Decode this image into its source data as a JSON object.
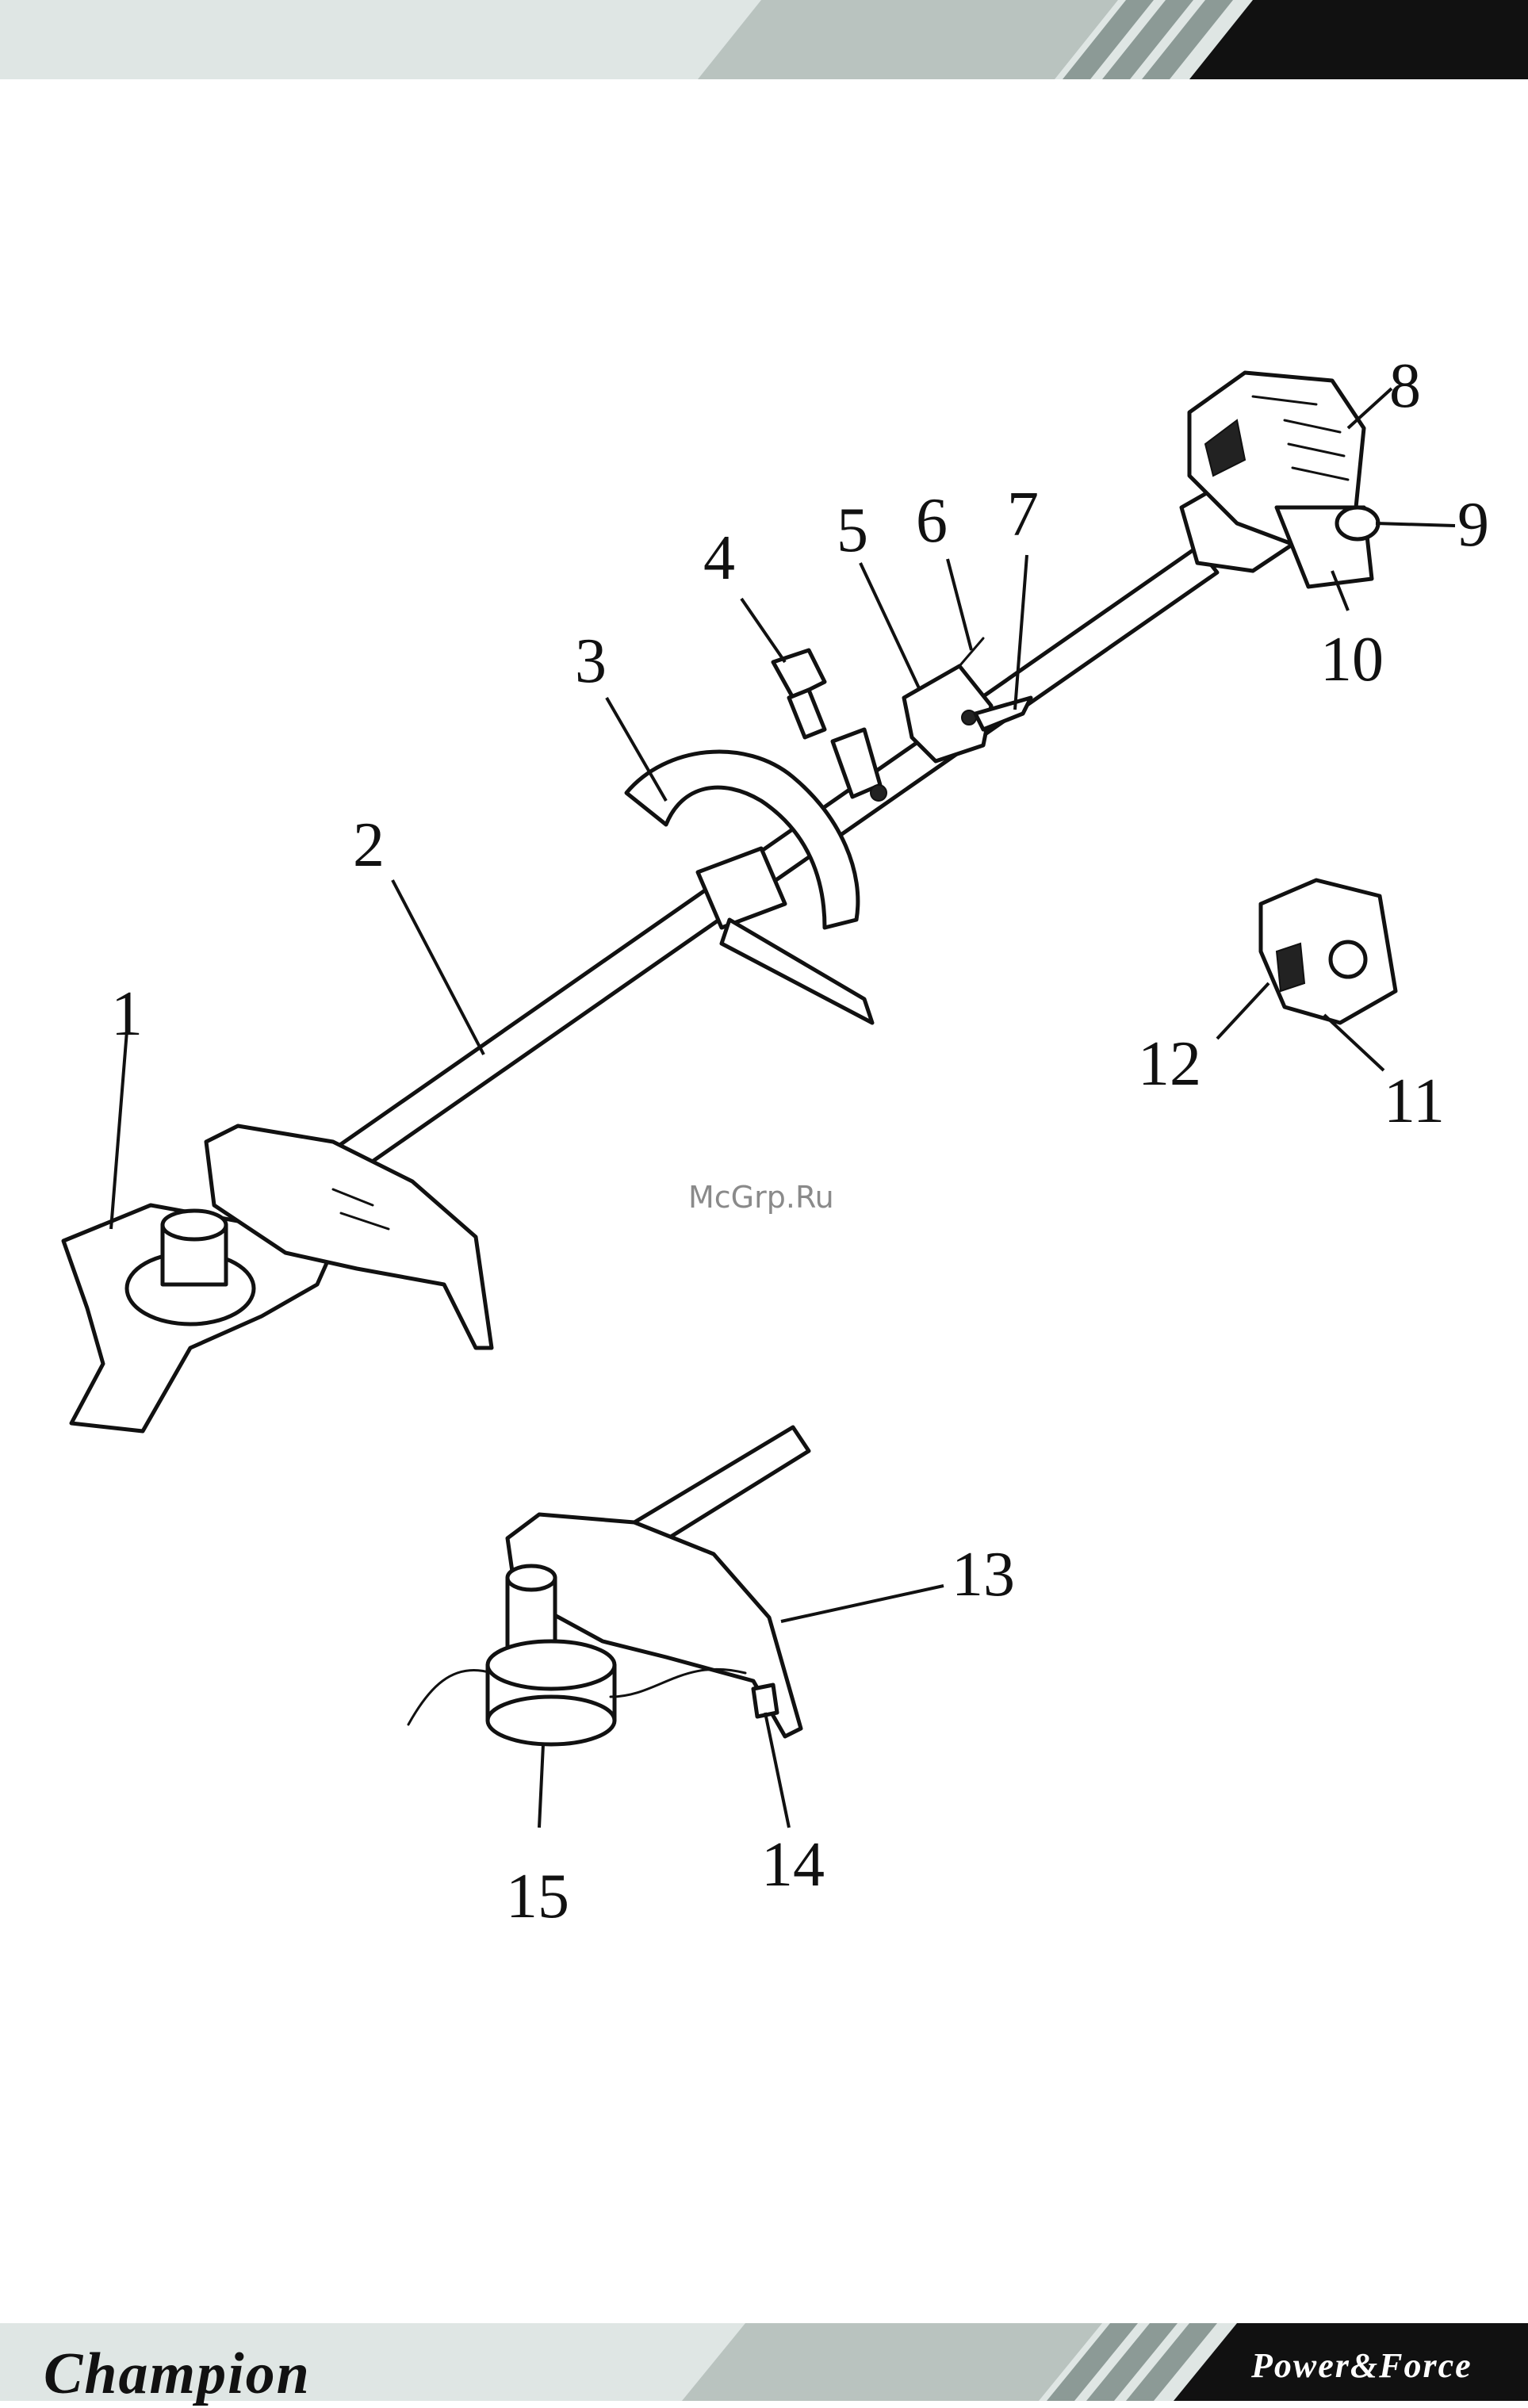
{
  "header": {
    "colors": {
      "light": "#dfe6e4",
      "mid": "#b9c3bf",
      "dark": "#111111"
    }
  },
  "diagram": {
    "callouts": [
      "1",
      "2",
      "3",
      "4",
      "5",
      "6",
      "7",
      "8",
      "9",
      "10",
      "11",
      "12",
      "13",
      "14",
      "15"
    ]
  },
  "watermark": "McGrp.Ru",
  "footer": {
    "brand": "Champion",
    "tagline": "Power&Force"
  }
}
